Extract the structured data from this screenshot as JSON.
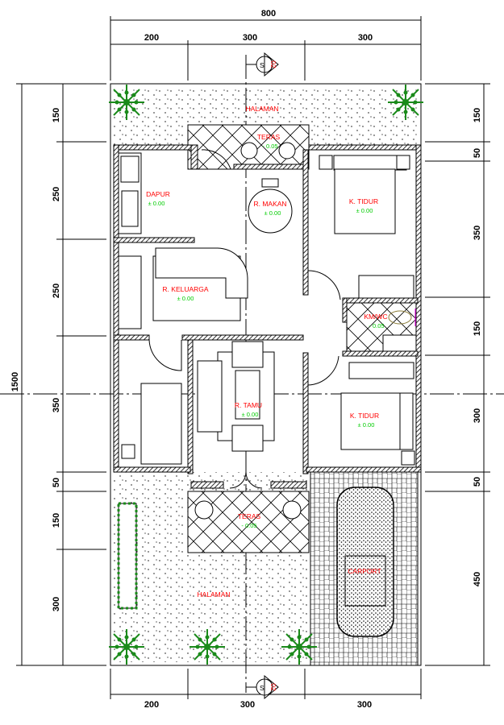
{
  "dimensions": {
    "top_total": "800",
    "top": [
      "200",
      "300",
      "300"
    ],
    "bottom": [
      "200",
      "300",
      "300"
    ],
    "left_total": "1500",
    "left": [
      "150",
      "250",
      "250",
      "350",
      "50",
      "150",
      "300"
    ],
    "right": [
      "150",
      "50",
      "350",
      "150",
      "300",
      "50",
      "450"
    ]
  },
  "section_marker": {
    "letter": "S",
    "number": "02"
  },
  "rooms": {
    "halaman_top": {
      "name": "HALAMAN"
    },
    "teras_top": {
      "name": "TERAS",
      "level": "- 0.05"
    },
    "dapur": {
      "name": "DAPUR",
      "level": "± 0.00"
    },
    "r_makan": {
      "name": "R. MAKAN",
      "level": "± 0.00"
    },
    "k_tidur_1": {
      "name": "K. TIDUR",
      "level": "± 0.00"
    },
    "r_keluarga": {
      "name": "R. KELUARGA",
      "level": "± 0.00"
    },
    "km_wc": {
      "name": "KM/WC",
      "level": "- 0.05"
    },
    "r_tamu": {
      "name": "R. TAMU",
      "level": "± 0.00"
    },
    "k_tidur_2": {
      "name": "K. TIDUR",
      "level": "± 0.00"
    },
    "teras_bottom": {
      "name": "TERAS",
      "level": "- 0.05"
    },
    "halaman_bottom": {
      "name": "HALAMAN"
    },
    "carport": {
      "name": "CARPORT"
    }
  },
  "colors": {
    "room_label": "#ff0000",
    "level_label": "#00cc00",
    "plant": "#1a8a1a",
    "line": "#000000"
  }
}
